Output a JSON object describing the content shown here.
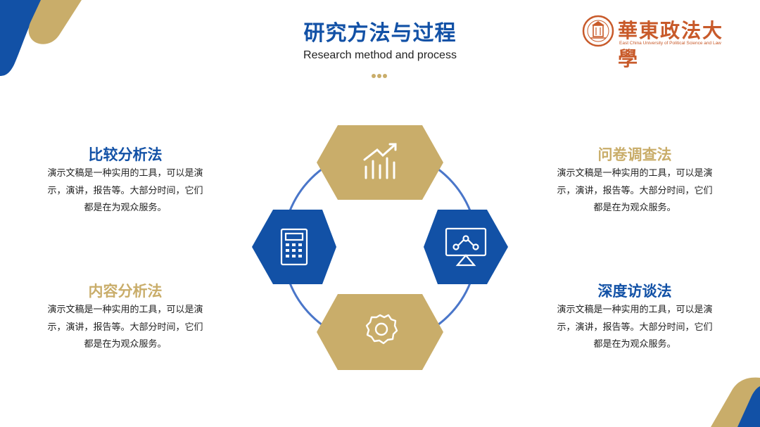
{
  "header": {
    "title": "研究方法与过程",
    "subtitle": "Research method and process"
  },
  "logo": {
    "name": "華東政法大學",
    "english": "East China University of Political Science and Law"
  },
  "colors": {
    "blue": "#1251a6",
    "gold": "#c9ad6a",
    "circle": "#4a76c9",
    "logo": "#c85a2a"
  },
  "icons": [
    "chart-up-icon",
    "monitor-network-icon",
    "gear-icon",
    "calculator-icon"
  ],
  "sections": [
    {
      "title": "比较分析法",
      "lines": [
        "演示文稿是一种实用的工具，可以是演",
        "示，演讲，报告等。大部分时间，它们",
        "都是在为观众服务。"
      ]
    },
    {
      "title": "问卷调查法",
      "lines": [
        "演示文稿是一种实用的工具，可以是演",
        "示，演讲，报告等。大部分时间，它们",
        "都是在为观众服务。"
      ]
    },
    {
      "title": "内容分析法",
      "lines": [
        "演示文稿是一种实用的工具，可以是演",
        "示，演讲，报告等。大部分时间，它们",
        "都是在为观众服务。"
      ]
    },
    {
      "title": "深度访谈法",
      "lines": [
        "演示文稿是一种实用的工具，可以是演",
        "示，演讲，报告等。大部分时间，它们",
        "都是在为观众服务。"
      ]
    }
  ]
}
